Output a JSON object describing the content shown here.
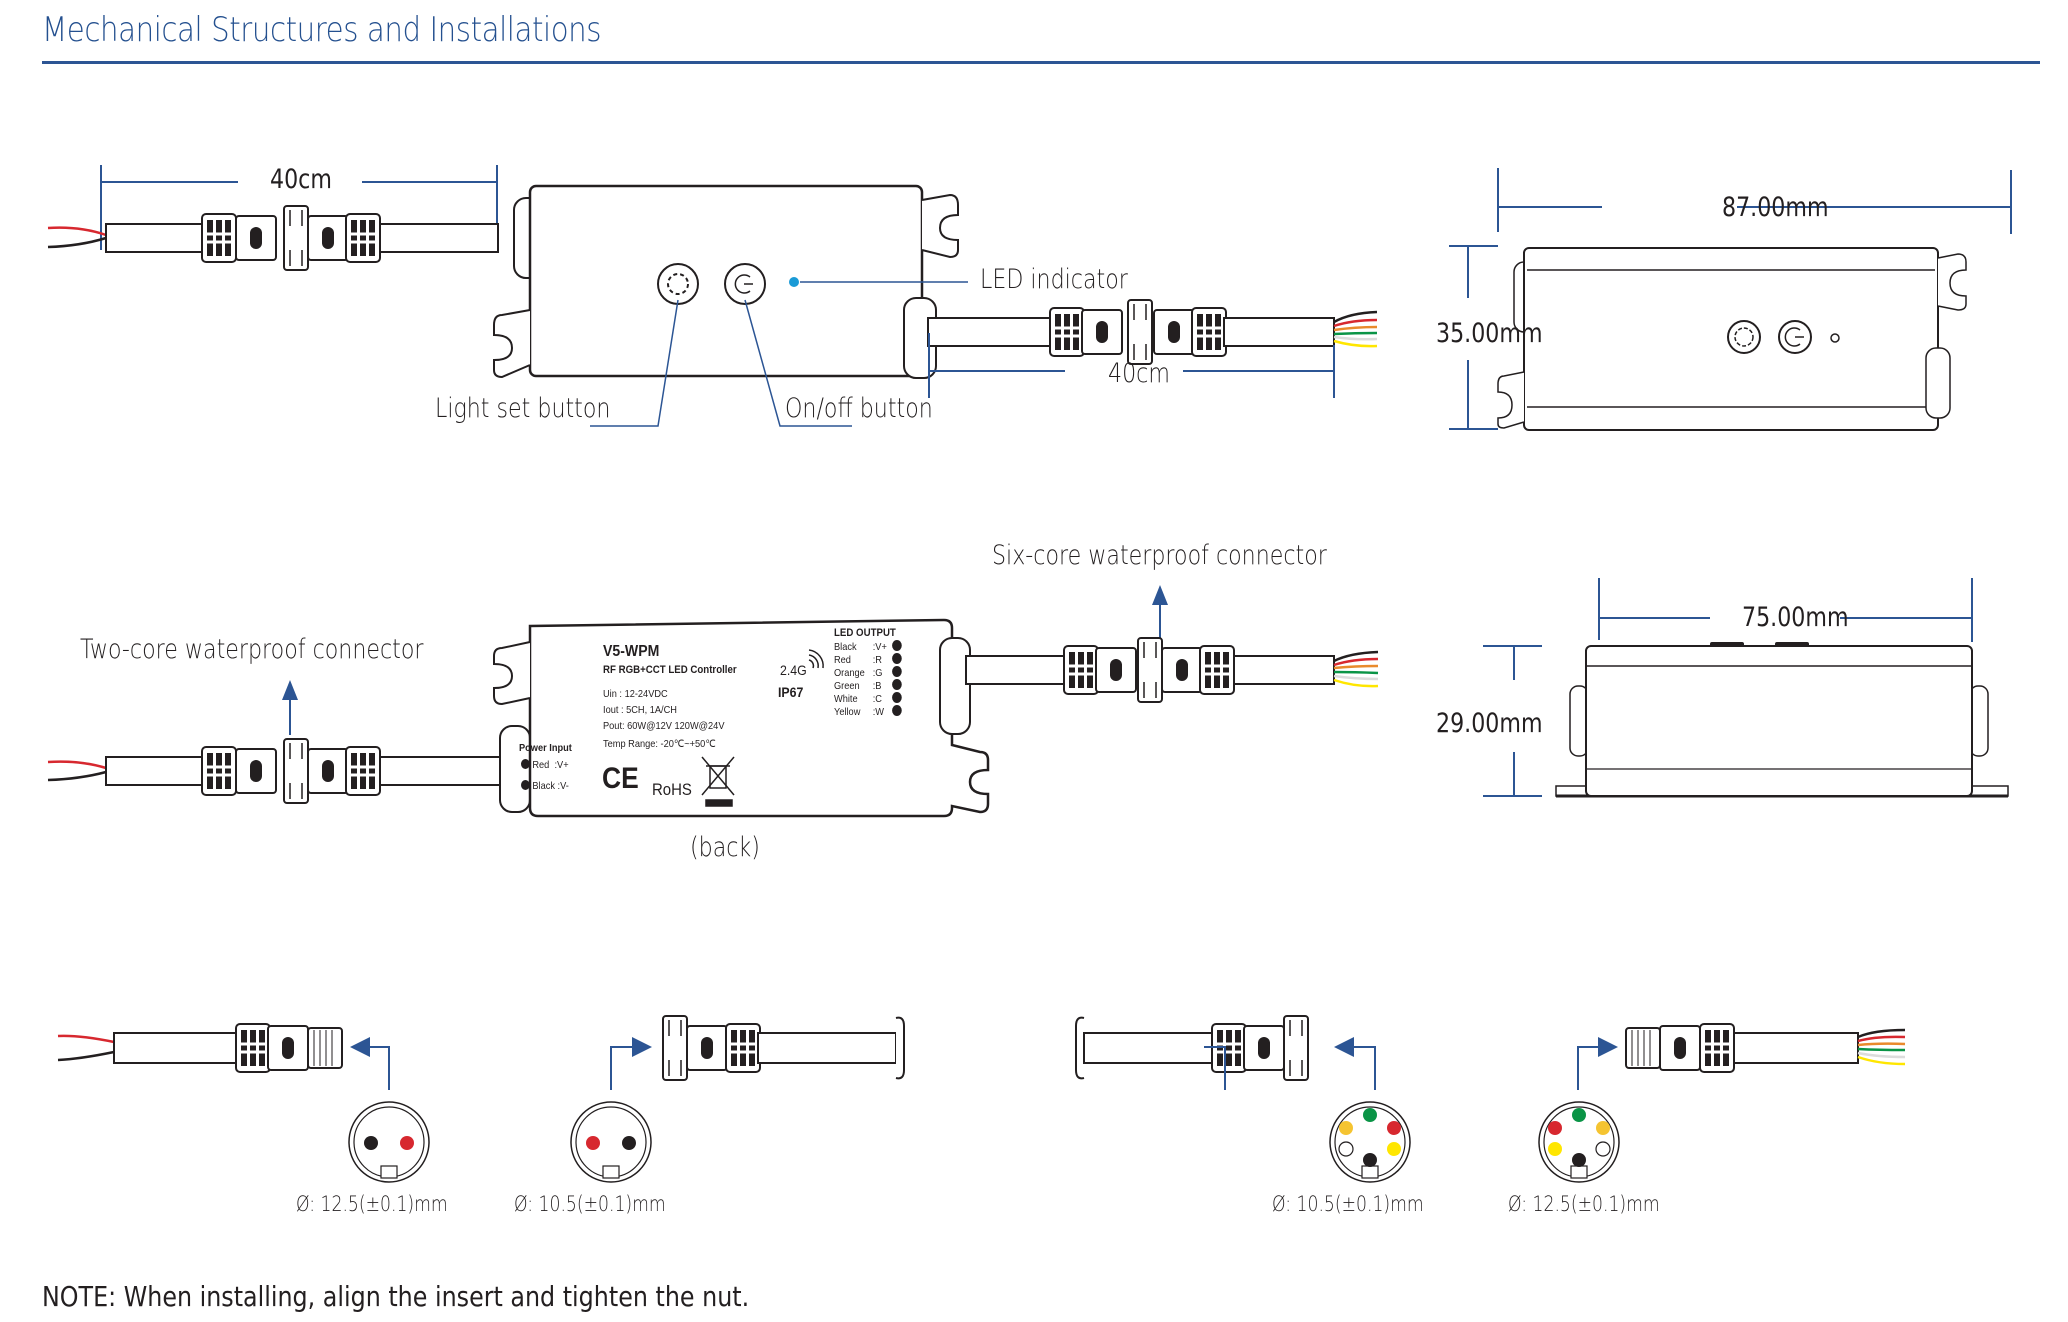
{
  "title": "Mechanical Structures and Installations",
  "top_view": {
    "cable_left_length": "40cm",
    "cable_right_length": "40cm",
    "led_indicator_label": "LED indicator",
    "light_set_button_label": "Light set button",
    "on_off_button_label": "On/off button",
    "icons": [
      "light-set-button-icon",
      "power-button-icon",
      "led-indicator-icon"
    ]
  },
  "top_dimensions": {
    "width": "87.00mm",
    "height": "35.00mm"
  },
  "back_view": {
    "caption": "(back)",
    "two_core_label": "Two-core waterproof connector",
    "six_core_label": "Six-core waterproof connector",
    "label": {
      "model": "V5-WPM",
      "product": "RF RGB+CCT LED Controller",
      "frequency": "2.4G",
      "ip_rating": "IP67",
      "specs": [
        "Uin  : 12-24VDC",
        "Iout : 5CH, 1A/CH",
        "Pout: 60W@12V  120W@24V",
        "Temp Range: -20℃~+50℃"
      ],
      "power_input": {
        "title": "Power Input",
        "pins": [
          {
            "color": "Red",
            "signal": ":V+"
          },
          {
            "color": "Black",
            "signal": ":V-"
          }
        ]
      },
      "led_output": {
        "title": "LED  OUTPUT",
        "pins": [
          {
            "color": "Black",
            "signal": ":V+"
          },
          {
            "color": "Red",
            "signal": ":R"
          },
          {
            "color": "Orange",
            "signal": ":G"
          },
          {
            "color": "Green",
            "signal": ":B"
          },
          {
            "color": "White",
            "signal": ":C"
          },
          {
            "color": "Yellow",
            "signal": ":W"
          }
        ]
      },
      "certifications": [
        "CE",
        "RoHS",
        "WEEE"
      ],
      "ce_mark": "CE",
      "rohs_mark": "RoHS"
    }
  },
  "side_dimensions": {
    "width": "75.00mm",
    "height": "29.00mm"
  },
  "connectors": [
    {
      "type": "two-core",
      "diameter": "Ø: 12.5(±0.1)mm",
      "pins": [
        "black",
        "red"
      ]
    },
    {
      "type": "two-core",
      "diameter": "Ø: 10.5(±0.1)mm",
      "pins": [
        "red",
        "black"
      ]
    },
    {
      "type": "six-core",
      "diameter": "Ø: 10.5(±0.1)mm",
      "pins": [
        "green",
        "orange",
        "red",
        "white",
        "yellow",
        "black"
      ]
    },
    {
      "type": "six-core",
      "diameter": "Ø: 12.5(±0.1)mm",
      "pins": [
        "green",
        "red",
        "orange",
        "yellow",
        "white",
        "black"
      ]
    }
  ],
  "note": "NOTE: When installing, align the insert and tighten the nut.",
  "colors": {
    "accent": "#2c5594",
    "led_indicator": "#1a9ad6",
    "wire_red": "#d7282f",
    "wire_black": "#231f20",
    "wire_orange": "#e98a2c",
    "wire_green": "#0a9446",
    "wire_white": "#dcdcdc",
    "wire_yellow": "#ffe600",
    "pin_orange": "#f5c431"
  }
}
